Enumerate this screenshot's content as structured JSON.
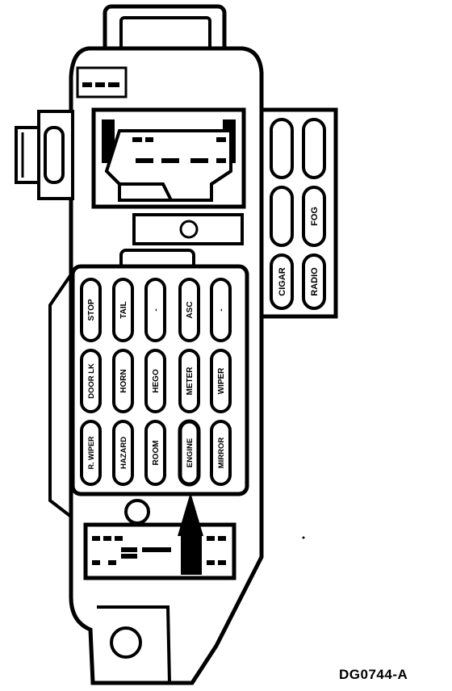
{
  "fuses": {
    "r1c1": "STOP",
    "r1c2": "TAIL",
    "r1c3": "-",
    "r1c4": "ASC",
    "r1c5": "-",
    "r2c1": "DOOR LK",
    "r2c2": "HORN",
    "r2c3": "HEGO",
    "r2c4": "METER",
    "r2c5": "WIPER",
    "r3c1": "R. WIPER",
    "r3c2": "HAZARD",
    "r3c3": "ROOM",
    "r3c4": "ENGINE",
    "r3c5": "MIRROR"
  },
  "relays": {
    "top_left": "",
    "top_right": "",
    "mid_left": "",
    "mid_right": "FOG",
    "bot_left": "CIGAR",
    "bot_right": "RADIO"
  },
  "figure_code": "DG0744-A",
  "highlighted_fuse": "ENGINE"
}
